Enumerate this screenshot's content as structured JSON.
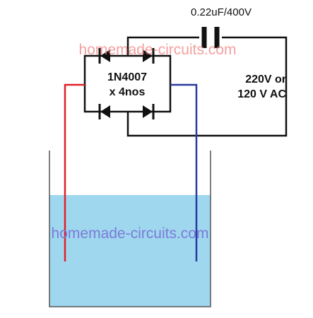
{
  "capacitor_label": "0.22uF/400V",
  "bridge_label_line1": "1N4007",
  "bridge_label_line2": "x 4nos",
  "ac_label_line1": "220V or",
  "ac_label_line2": "120 V AC",
  "watermark_top": "homemade-circuits.com",
  "watermark_bottom": "homemade-circuits.com",
  "colors": {
    "wire": "#111111",
    "positive_probe": "#e0202a",
    "negative_probe": "#2a3aa0",
    "water": "#9fd7ef",
    "container": "#555555",
    "watermark_top": "#f08080",
    "watermark_bottom": "#7b7bd6"
  }
}
